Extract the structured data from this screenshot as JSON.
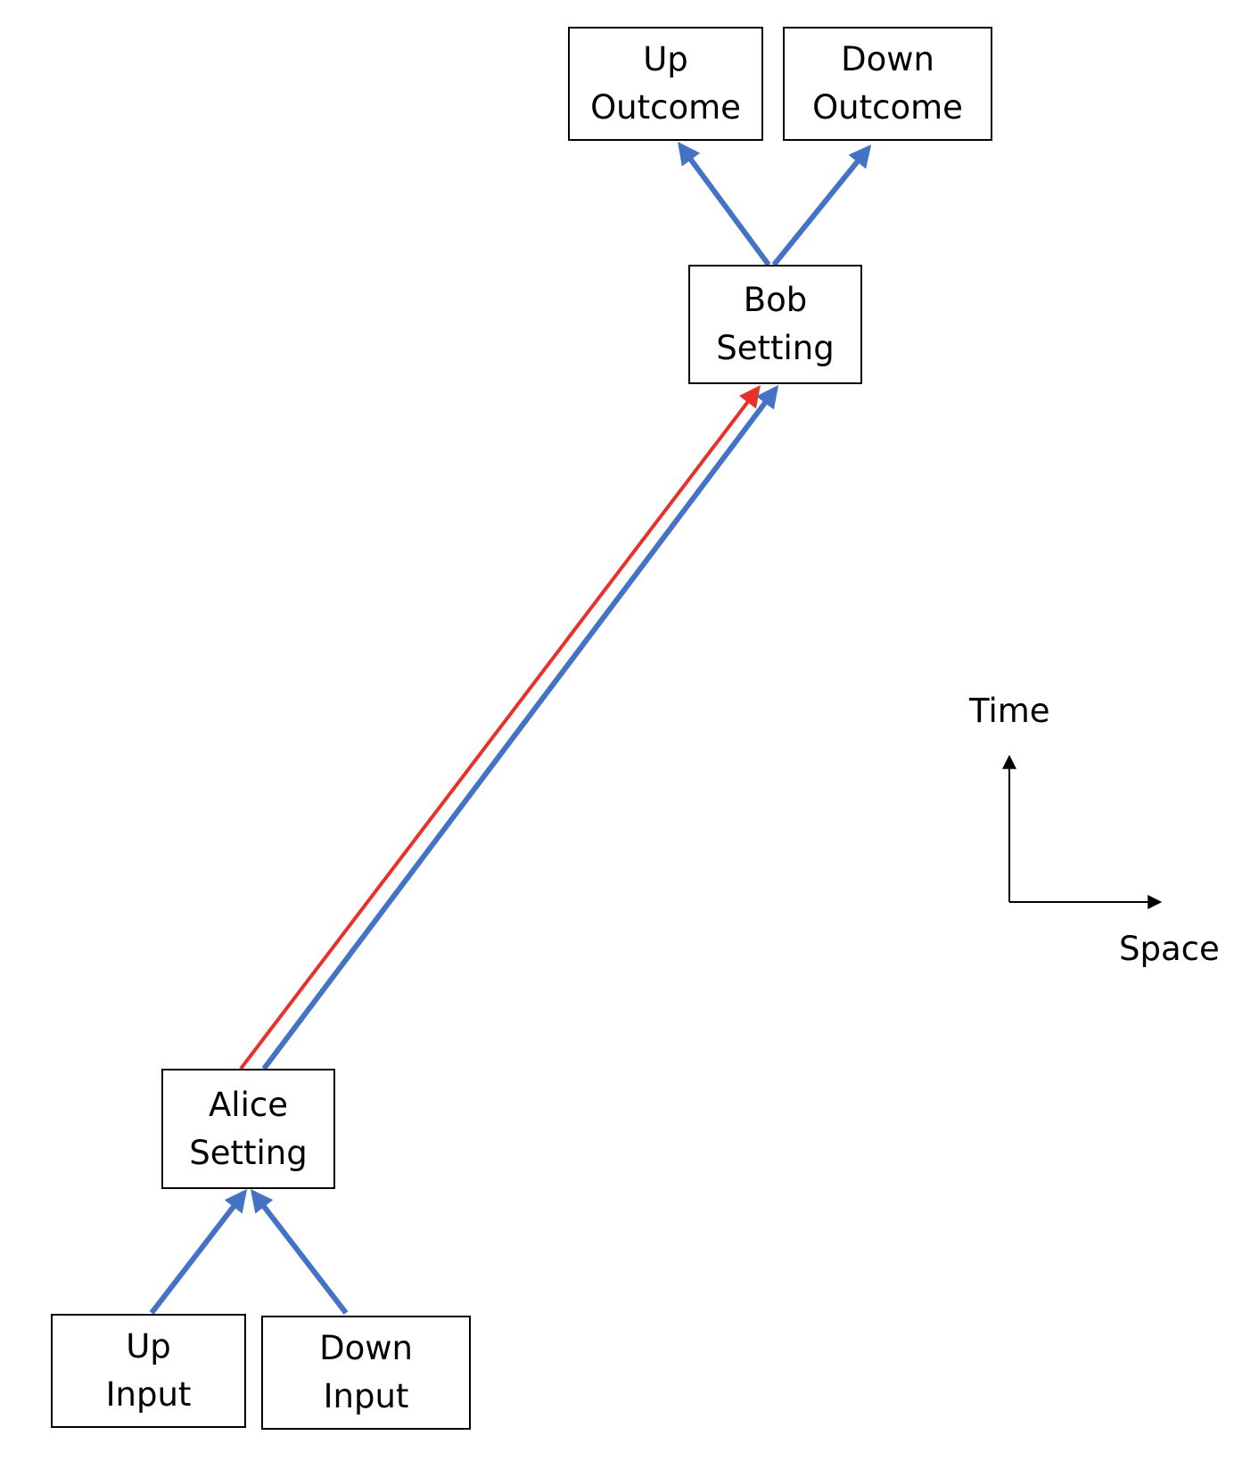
{
  "nodes": {
    "up_outcome": {
      "line1": "Up",
      "line2": "Outcome"
    },
    "down_outcome": {
      "line1": "Down",
      "line2": "Outcome"
    },
    "bob_setting": {
      "line1": "Bob",
      "line2": "Setting"
    },
    "alice_setting": {
      "line1": "Alice",
      "line2": "Setting"
    },
    "up_input": {
      "line1": "Up",
      "line2": "Input"
    },
    "down_input": {
      "line1": "Down",
      "line2": "Input"
    }
  },
  "axes": {
    "time_label": "Time",
    "space_label": "Space"
  },
  "colors": {
    "causal_arrow": "#4472c4",
    "signal_arrow": "#e8312a",
    "axis": "#000000"
  }
}
